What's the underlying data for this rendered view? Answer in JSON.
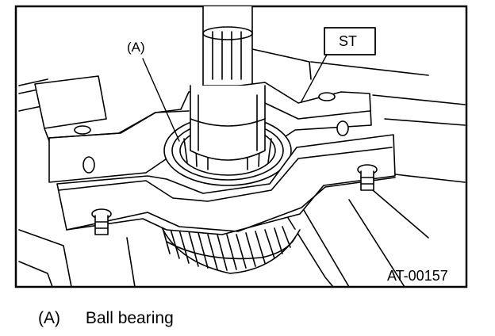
{
  "figure": {
    "callouts": {
      "a": "(A)",
      "st": "ST"
    },
    "figure_id": "AT-00157"
  },
  "legend": {
    "key": "(A)",
    "text": "Ball bearing"
  }
}
